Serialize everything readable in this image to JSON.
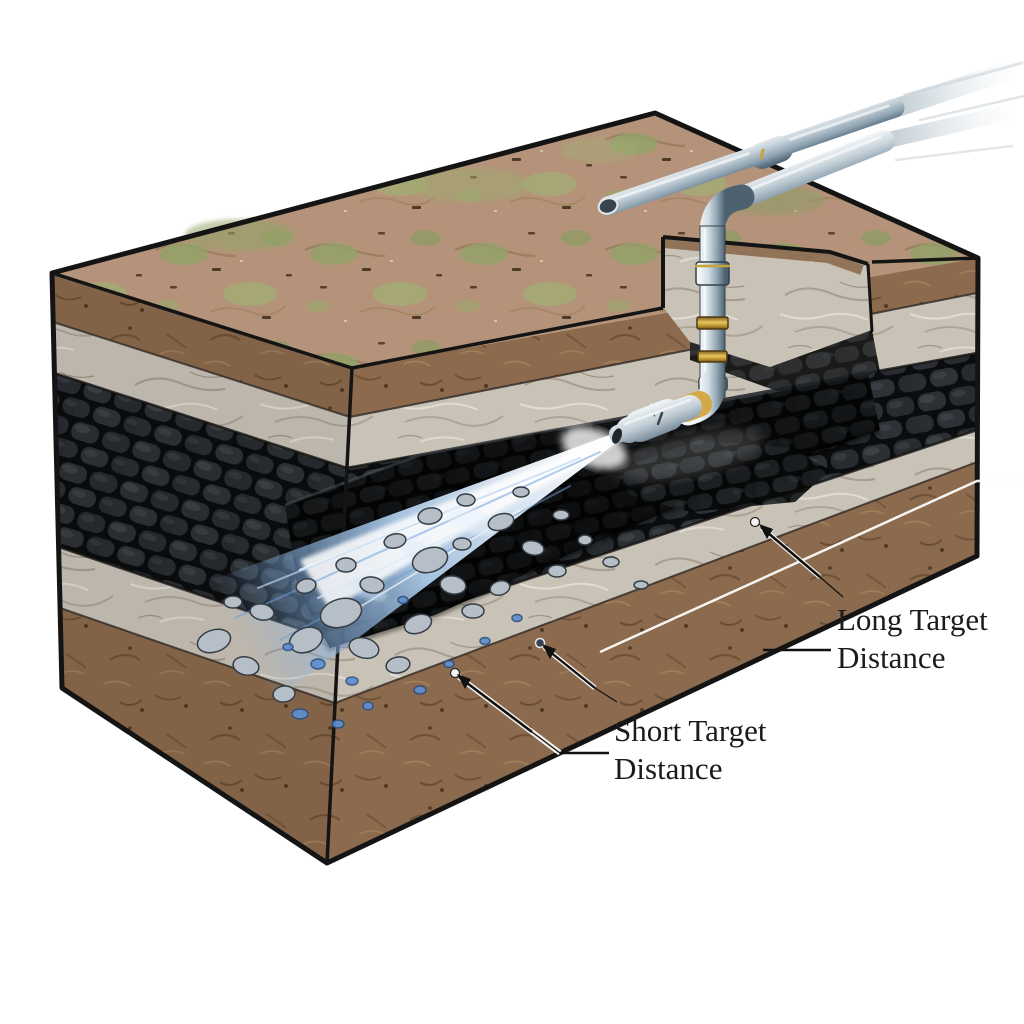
{
  "labels": {
    "long_target": {
      "line1": "Long Target",
      "line2": "Distance"
    },
    "short_target": {
      "line1": "Short Target",
      "line2": "Distance"
    }
  },
  "colors": {
    "background": "#ffffff",
    "outline": "#141414",
    "label_text": "#1b1b1b",
    "topsoil_brown": "#8b6a4d",
    "grass_green": "#92a368",
    "surface_tan": "#b4937a",
    "rock_gray": "#c9c2b7",
    "coal_black": "#17181a",
    "pipe_steel": "#aebfca",
    "coupling_gold": "#d2a63f",
    "jet_blue": "#7fb0e6",
    "jet_core": "#ffffff",
    "debris_gray": "#b6bfc7"
  }
}
